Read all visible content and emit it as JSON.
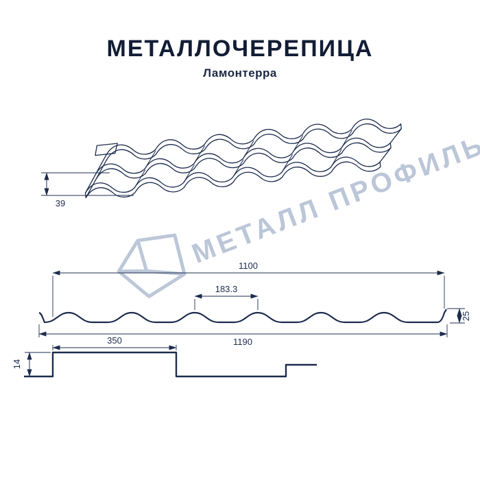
{
  "header": {
    "title": "МЕТАЛЛОЧЕРЕПИЦА",
    "subtitle": "Ламонтерра"
  },
  "watermark": {
    "text": "МЕТАЛЛ ПРОФИЛЬ",
    "color": "#b8c4d6"
  },
  "colors": {
    "line": "#1c2b4d",
    "background": "#ffffff"
  },
  "views": {
    "perspective": {
      "dimensions": {
        "eave_height": "39"
      }
    },
    "cross_section": {
      "dimensions": {
        "cover_width": "1100",
        "wave_pitch": "183.3",
        "profile_height": "25",
        "overall_width": "1190"
      }
    },
    "longitudinal_step": {
      "dimensions": {
        "module_length": "350",
        "step_height": "14"
      }
    }
  }
}
